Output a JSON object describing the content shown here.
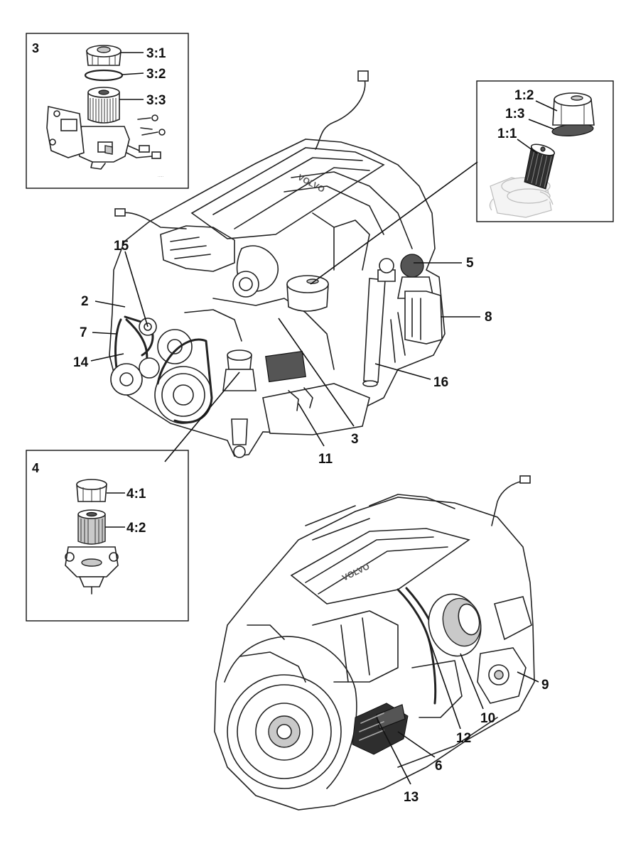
{
  "labels": {
    "c1_1": "1:1",
    "c1_2": "1:2",
    "c1_3": "1:3",
    "n2": "2",
    "n3": "3",
    "c3_1": "3:1",
    "c3_2": "3:2",
    "c3_3": "3:3",
    "inset3": "3",
    "inset4": "4",
    "c4_1": "4:1",
    "c4_2": "4:2",
    "n5": "5",
    "n6": "6",
    "n7": "7",
    "n8": "8",
    "n9": "9",
    "n10": "10",
    "n11": "11",
    "n12": "12",
    "n13": "13",
    "n14": "14",
    "n15": "15",
    "n16": "16"
  },
  "logos": {
    "top_engine_cover": "VOLVO",
    "bottom_engine_cover": "VOLVO"
  }
}
